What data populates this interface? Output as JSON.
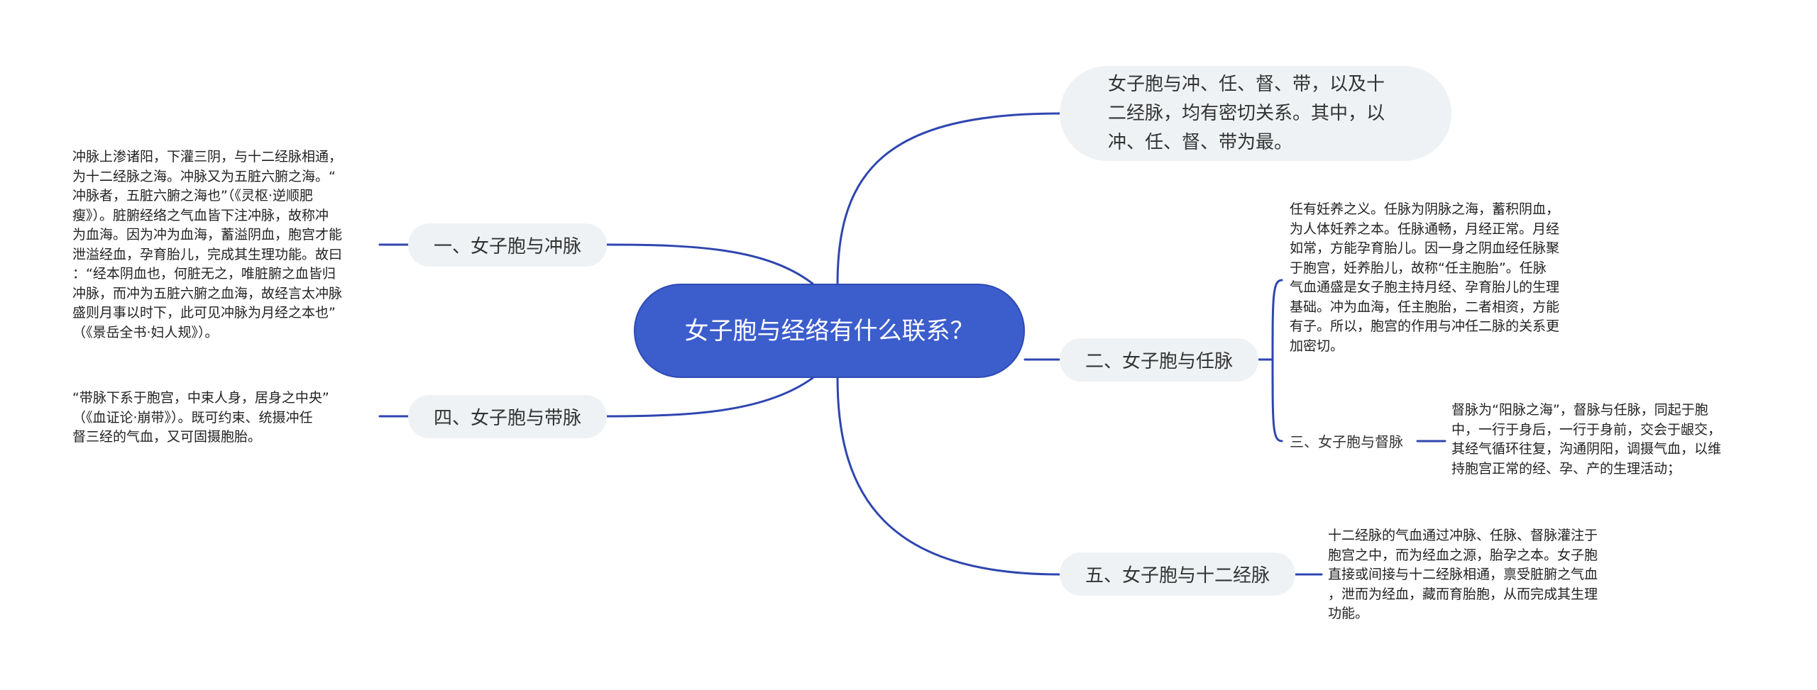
{
  "root": {
    "label": "女子胞与经络有什么联系？"
  },
  "branches": [
    {
      "label": "女子胞与冲、任、督、带，以及十二经脉，均有密切关系。其中，以冲、任、督、带为最。",
      "lines": [
        "女子胞与冲、任、督、带，以及十",
        "二经脉，均有密切关系。其中，以",
        "冲、任、督、带为最。"
      ]
    },
    {
      "label": "二、女子胞与任脉",
      "text": "任有妊养之义。任脉为阴脉之海，蓄积阴血，\n为人体妊养之本。任脉通畅，月经正常。月经\n如常，方能孕育胎儿。因一身之阴血经任脉聚\n于胞宫，妊养胎儿，故称“任主胞胎”。任脉\n气血通盛是女子胞主持月经、孕育胎儿的生理\n基础。冲为血海，任主胞胎，二者相资，方能\n有子。所以，胞宫的作用与冲任二脉的关系更\n加密切。",
      "sub": {
        "label": "三、女子胞与督脉",
        "text": "督脉为“阳脉之海”，督脉与任脉，同起于胞\n中，一行于身后，一行于身前，交会于龈交，\n其经气循环往复，沟通阴阳，调摄气血，以维\n持胞宫正常的经、孕、产的生理活动；"
      }
    },
    {
      "label": "五、女子胞与十二经脉",
      "text": "十二经脉的气血通过冲脉、任脉、督脉灌注于\n胞宫之中，而为经血之源，胎孕之本。女子胞\n直接或间接与十二经脉相通，禀受脏腑之气血\n，泄而为经血，藏而育胎胞，从而完成其生理\n功能。"
    },
    {
      "label": "一、女子胞与冲脉",
      "text": "冲脉上渗诸阳，下灌三阴，与十二经脉相通，\n为十二经脉之海。冲脉又为五脏六腑之海。“\n冲脉者，五脏六腑之海也”（《灵枢·逆顺肥\n瘦》）。脏腑经络之气血皆下注冲脉，故称冲\n为血海。因为冲为血海，蓄溢阴血，胞宫才能\n泄溢经血，孕育胎儿，完成其生理功能。故曰\n：“经本阴血也，何脏无之，唯脏腑之血皆归\n冲脉，而冲为五脏六腑之血海，故经言太冲脉\n盛则月事以时下，此可见冲脉为月经之本也”\n（《景岳全书·妇人规》）。"
    },
    {
      "label": "四、女子胞与带脉",
      "text": "“带脉下系于胞宫，中束人身，居身之中央”\n（《血证论·崩带》）。既可约束、统摄冲任\n督三经的气血，又可固摄胞胎。"
    }
  ],
  "colors": {
    "root_fill": "#3c5dcc",
    "line": "#2f46b0",
    "pill_fill": "#eff2f5"
  }
}
